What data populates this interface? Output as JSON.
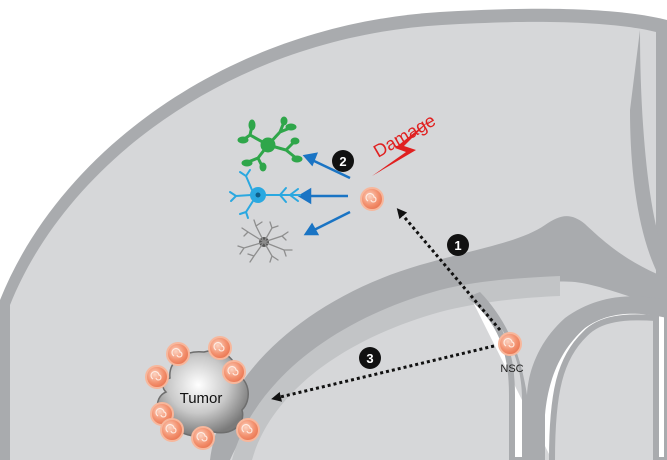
{
  "labels": {
    "damage": "Damage",
    "nsc": "NSC",
    "tumor": "Tumor",
    "step1": "1",
    "step2": "2",
    "step3": "3"
  },
  "colors": {
    "tissue": "#d6d7d9",
    "outline": "#a9abae",
    "stem_cell": "#f08a66",
    "stem_cell_ring": "#f7b79c",
    "damage_red": "#e02020",
    "differentiation_arrow": "#1a74c4",
    "migration_arrow": "#111111",
    "oligodendrocyte": "#2fa64a",
    "neuron": "#2aa8e0",
    "astrocyte": "#9a9a9a"
  },
  "icons": [
    "oligodendrocyte-icon",
    "neuron-icon",
    "astrocyte-icon",
    "lightning-bolt-icon"
  ]
}
